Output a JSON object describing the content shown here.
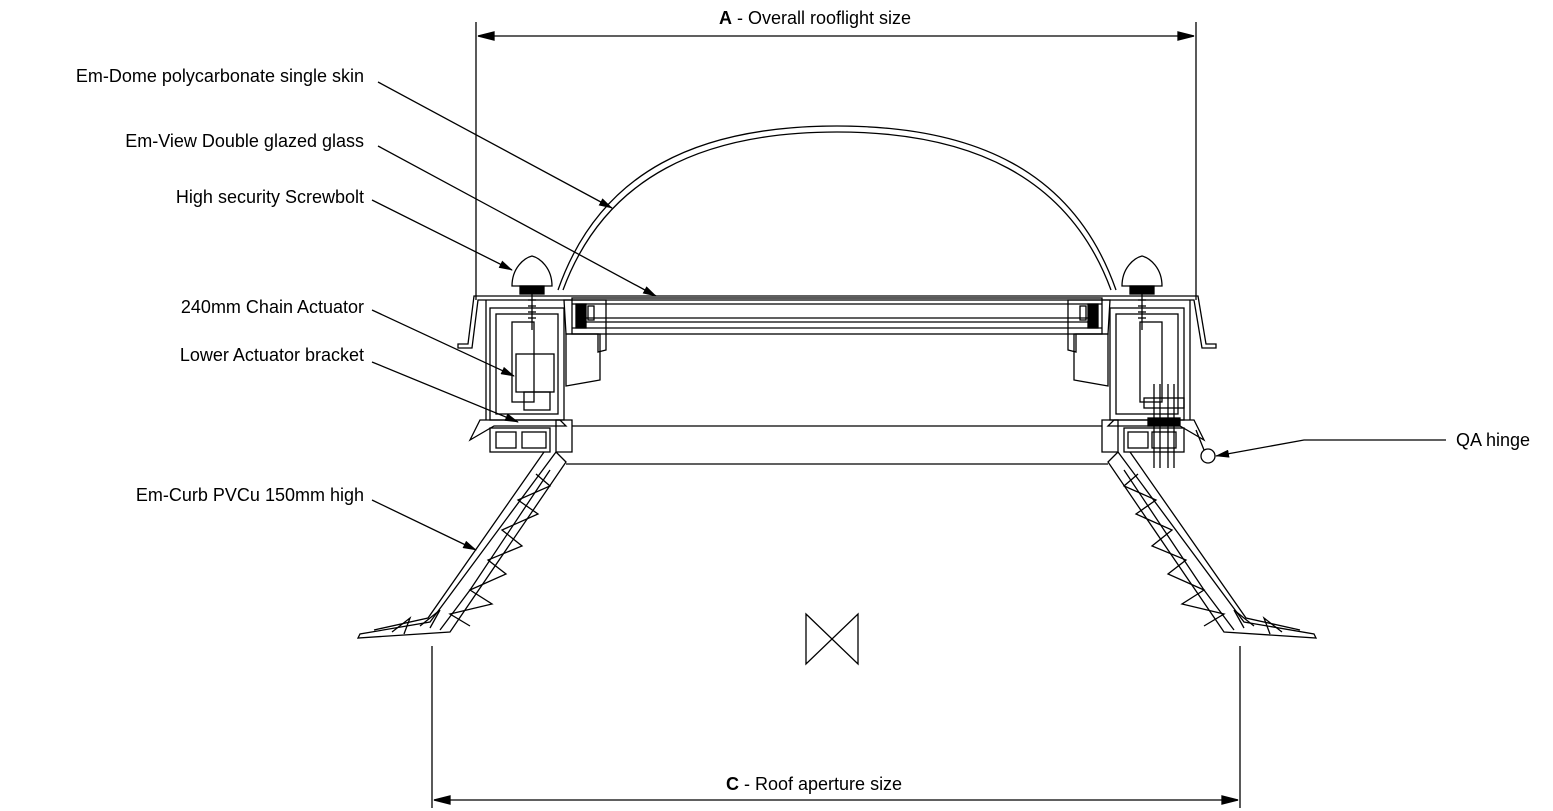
{
  "labels": {
    "dome": "Em-Dome polycarbonate single skin",
    "glass": "Em-View Double glazed glass",
    "screwbolt": "High security Screwbolt",
    "actuator": "240mm Chain Actuator",
    "bracket": "Lower Actuator bracket",
    "curb": "Em-Curb PVCu 150mm high",
    "hinge": "QA hinge"
  },
  "dimensions": {
    "top_letter": "A",
    "top_text": " - Overall rooflight size",
    "bottom_letter": "C",
    "bottom_text": " - Roof aperture size"
  }
}
